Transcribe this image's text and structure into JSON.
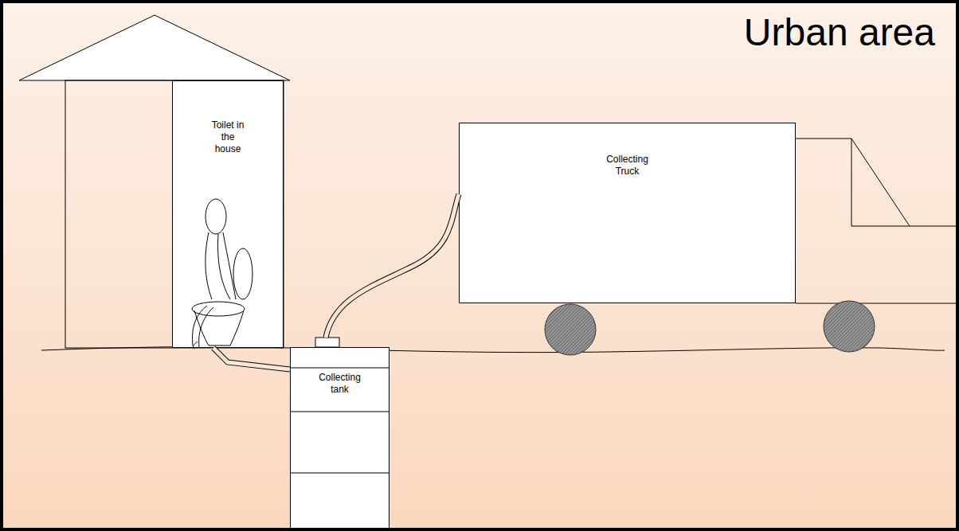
{
  "diagram": {
    "title": "Urban area",
    "nodes": [
      {
        "text": [
          "Toilet in the house"
        ]
      },
      {
        "text": [
          "Collecting tank"
        ]
      },
      {
        "text": [
          "Collecting Truck"
        ]
      }
    ],
    "edges": [
      {
        "from": 0,
        "to": 1,
        "arrow": "none"
      },
      {
        "from": 1,
        "to": 2,
        "arrow": "none"
      }
    ]
  }
}
